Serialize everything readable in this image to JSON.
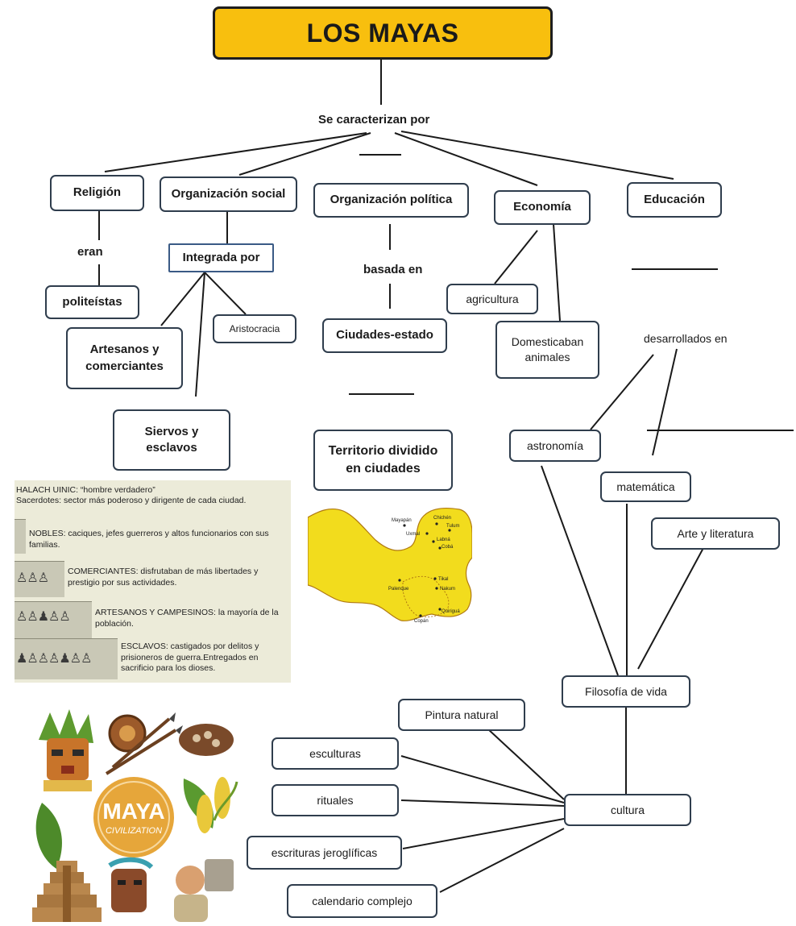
{
  "title": "LOS MAYAS",
  "connector_top": "Se caracterizan por",
  "branches": {
    "religion": {
      "label": "Religión",
      "link": "eran",
      "item": "politeístas"
    },
    "social": {
      "label": "Organización social",
      "link": "Integrada por",
      "items": [
        "Artesanos y\ncomerciantes",
        "Aristocracia",
        "Siervos y\nesclavos"
      ]
    },
    "politica": {
      "label": "Organización política",
      "link": "basada en",
      "item": "Ciudades-estado",
      "sub": "Territorio dividido\nen ciudades"
    },
    "economia": {
      "label": "Economía",
      "items": [
        "agricultura",
        "Domesticaban\nanimales"
      ]
    },
    "educacion": {
      "label": "Educación",
      "link": "desarrollados en",
      "items": [
        "astronomía",
        "matemática",
        "Arte y literatura"
      ]
    }
  },
  "filosofia": "Filosofía de vida",
  "cultura": {
    "label": "cultura",
    "items": [
      "Pintura natural",
      "esculturas",
      "rituales",
      "escrituras jeroglíficas",
      "calendario complejo"
    ]
  },
  "pyramid": {
    "lines": [
      "HALACH UINIC: “hombre verdadero”",
      "Sacerdotes: sector más poderoso y dirigente de cada ciudad.",
      "NOBLES: caciques, jefes guerreros y altos funcionarios con sus familias.",
      "COMERCIANTES: disfrutaban de más libertades y prestigio por sus actividades.",
      "ARTESANOS Y CAMPESINOS: la mayoría de la población.",
      "ESCLAVOS: castigados por delitos y prisioneros de guerra.Entregados en sacrificio para los dioses."
    ]
  },
  "map": {
    "cities": [
      "Mayapán",
      "Chichén",
      "Uxmal",
      "Tulum",
      "Labná",
      "Cobá",
      "Palenque",
      "Tikal",
      "Nakum",
      "Copán",
      "Quiriguá"
    ]
  },
  "maya_badge": {
    "line1": "MAYA",
    "line2": "CIVILIZATION"
  },
  "colors": {
    "title_bg": "#f8bf0e",
    "box_border": "#2f3d4d",
    "map_land": "#f2dc1d",
    "badge": "#e6a63a"
  }
}
